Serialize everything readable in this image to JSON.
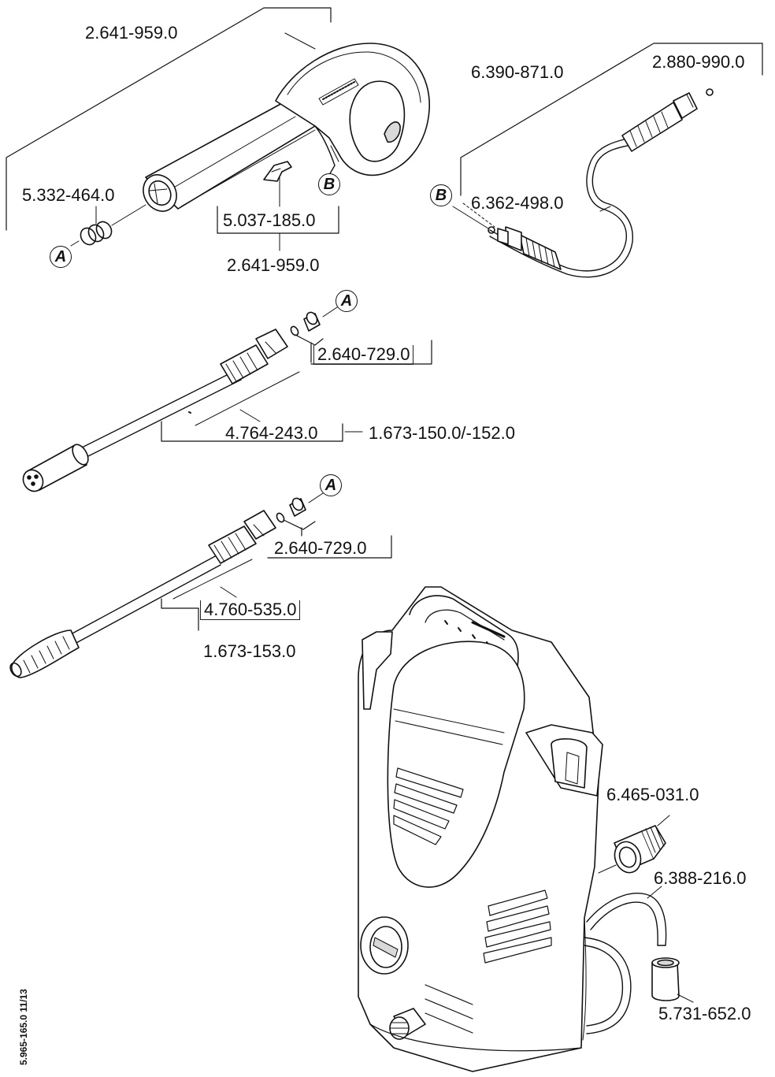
{
  "labels": {
    "gun_assembly_top": "2.641-959.0",
    "gun_assembly_bottom": "2.641-959.0",
    "o_ring_set": "5.332-464.0",
    "clip": "5.037-185.0",
    "hose": "6.390-871.0",
    "hose_seal": "2.880-990.0",
    "hose_o_ring": "6.362-498.0",
    "nozzle_kit_1": "2.640-729.0",
    "lance_1": "4.764-243.0",
    "lance_1_alt": "1.673-150.0/-152.0",
    "nozzle_kit_2": "2.640-729.0",
    "lance_2": "4.760-535.0",
    "lance_2_alt": "1.673-153.0",
    "garden_coupling": "6.465-031.0",
    "suction_hose": "6.388-216.0",
    "filter": "5.731-652.0"
  },
  "callouts": {
    "a_gun": "A",
    "b_gun": "B",
    "b_hose": "B",
    "a_lance_1": "A",
    "a_lance_2": "A"
  },
  "doc_ref": "5.965-165.0  11/13",
  "colors": {
    "line": "#111111",
    "fill": "#ffffff",
    "shade": "#d9d9d9"
  }
}
